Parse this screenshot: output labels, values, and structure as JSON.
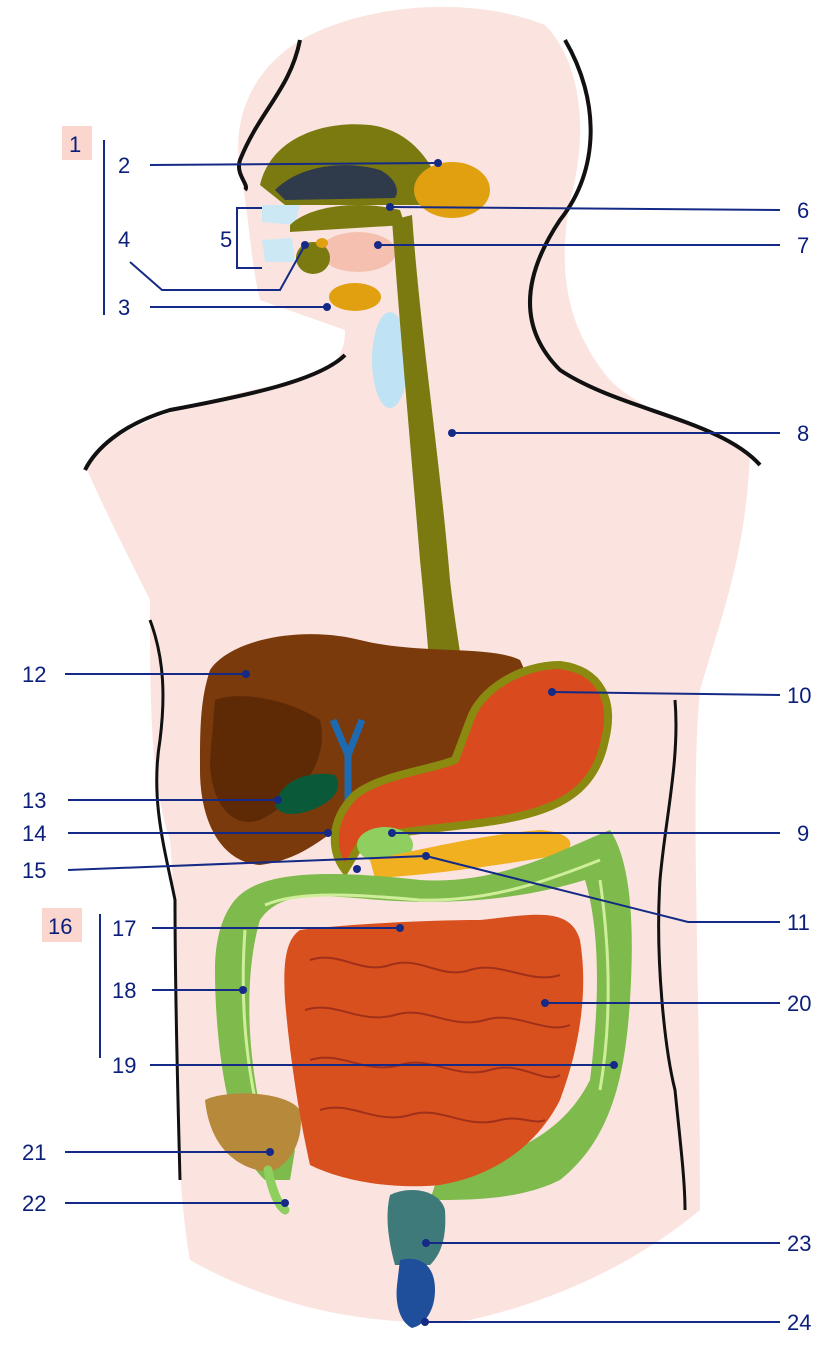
{
  "diagram": {
    "labels": {
      "n1": "1",
      "n2": "2",
      "n3": "3",
      "n4": "4",
      "n5": "5",
      "n6": "6",
      "n7": "7",
      "n8": "8",
      "n9": "9",
      "n10": "10",
      "n11": "11",
      "n12": "12",
      "n13": "13",
      "n14": "14",
      "n15": "15",
      "n16": "16",
      "n17": "17",
      "n18": "18",
      "n19": "19",
      "n20": "20",
      "n21": "21",
      "n22": "22",
      "n23": "23",
      "n24": "24"
    },
    "colors": {
      "skin": "#fbe4e0",
      "outline": "#111111",
      "esophagus": "#7a7a10",
      "liver": "#7a3a0c",
      "stomach": "#d94a1e",
      "small_intestine": "#d9501f",
      "large_intestine": "#7fba4c",
      "rectum": "#3f7a7a",
      "anus": "#1f4f9a",
      "salivary_gland": "#e0a010",
      "pancreas": "#f0b020",
      "gallbladder": "#0a5a3a",
      "bile_duct": "#1e6ab0",
      "leader": "#142a86"
    }
  }
}
